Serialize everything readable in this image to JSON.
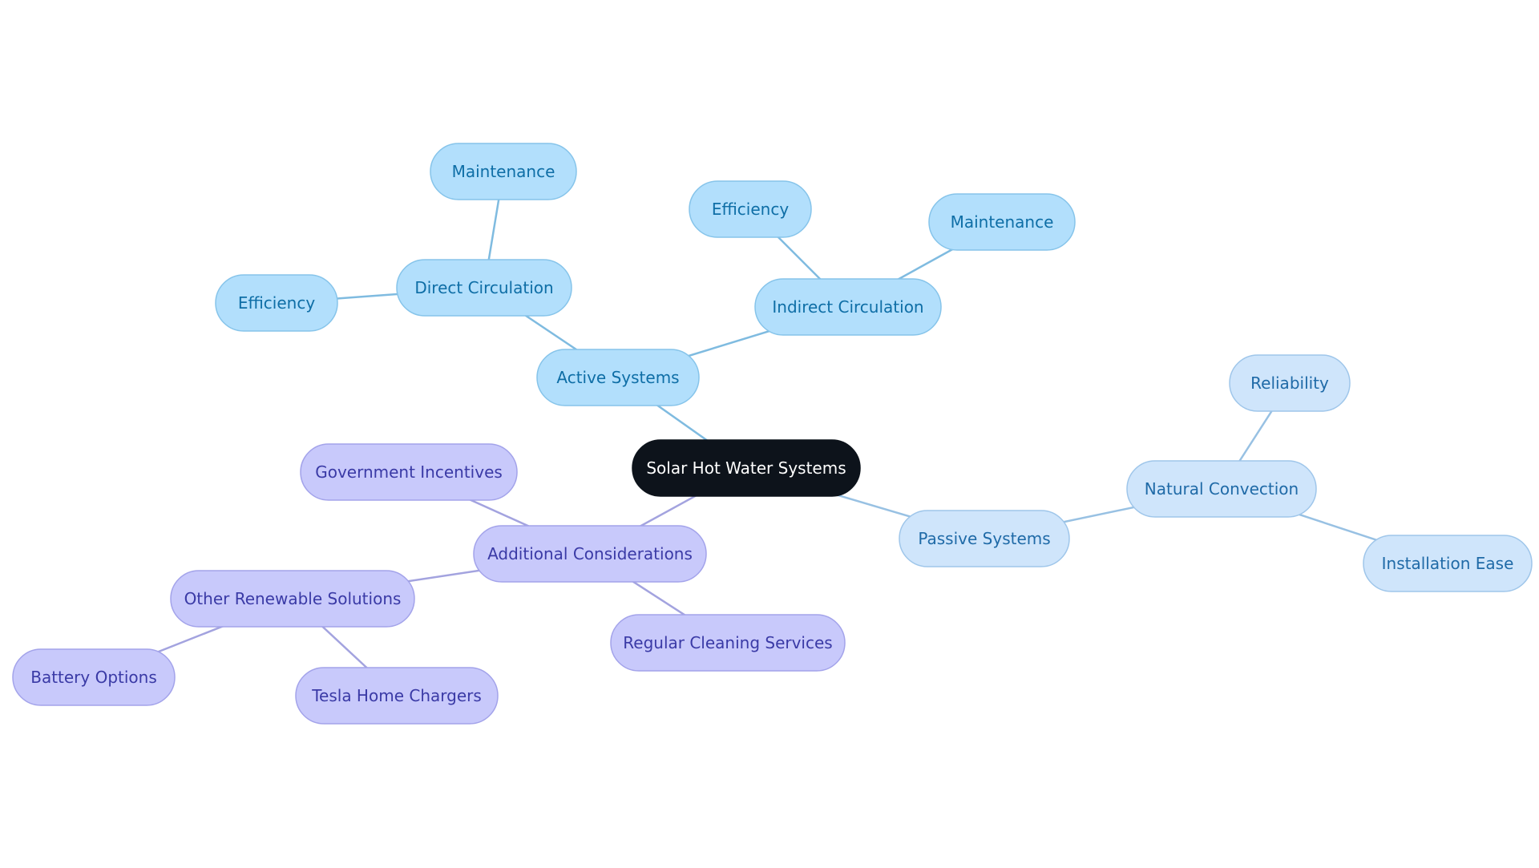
{
  "root": {
    "id": "root",
    "label": "Solar Hot Water Systems",
    "style": "root"
  },
  "nodes": [
    {
      "id": "active",
      "label": "Active Systems",
      "parent": "root",
      "style": "blue"
    },
    {
      "id": "direct",
      "label": "Direct Circulation",
      "parent": "active",
      "style": "blue"
    },
    {
      "id": "direct-maint",
      "label": "Maintenance",
      "parent": "direct",
      "style": "blue"
    },
    {
      "id": "direct-eff",
      "label": "Efficiency",
      "parent": "direct",
      "style": "blue"
    },
    {
      "id": "indirect",
      "label": "Indirect Circulation",
      "parent": "active",
      "style": "blue"
    },
    {
      "id": "indirect-eff",
      "label": "Efficiency",
      "parent": "indirect",
      "style": "blue"
    },
    {
      "id": "indirect-maint",
      "label": "Maintenance",
      "parent": "indirect",
      "style": "blue"
    },
    {
      "id": "passive",
      "label": "Passive Systems",
      "parent": "root",
      "style": "lightblue"
    },
    {
      "id": "natural",
      "label": "Natural Convection",
      "parent": "passive",
      "style": "lightblue"
    },
    {
      "id": "reliability",
      "label": "Reliability",
      "parent": "natural",
      "style": "lightblue"
    },
    {
      "id": "install",
      "label": "Installation Ease",
      "parent": "natural",
      "style": "lightblue"
    },
    {
      "id": "additional",
      "label": "Additional Considerations",
      "parent": "root",
      "style": "purple"
    },
    {
      "id": "gov",
      "label": "Government Incentives",
      "parent": "additional",
      "style": "purple"
    },
    {
      "id": "renewable",
      "label": "Other Renewable Solutions",
      "parent": "additional",
      "style": "purple"
    },
    {
      "id": "battery",
      "label": "Battery Options",
      "parent": "renewable",
      "style": "purple"
    },
    {
      "id": "tesla",
      "label": "Tesla Home Chargers",
      "parent": "renewable",
      "style": "purple"
    },
    {
      "id": "cleaning",
      "label": "Regular Cleaning Services",
      "parent": "additional",
      "style": "purple"
    }
  ],
  "styles": {
    "root": {
      "fill": "#0d131b",
      "stroke": "#0d131b",
      "text": "#ffffff",
      "edge": "#7fbbe0"
    },
    "blue": {
      "fill": "#b2dffc",
      "stroke": "#86c4ea",
      "text": "#0e6ea6",
      "edge": "#7fbbe0"
    },
    "lightblue": {
      "fill": "#cfe5fb",
      "stroke": "#9fc6ea",
      "text": "#1f6aa7",
      "edge": "#98c1e3"
    },
    "purple": {
      "fill": "#c8c9fb",
      "stroke": "#a3a3ea",
      "text": "#3a3aa6",
      "edge": "#a3a3df"
    }
  }
}
